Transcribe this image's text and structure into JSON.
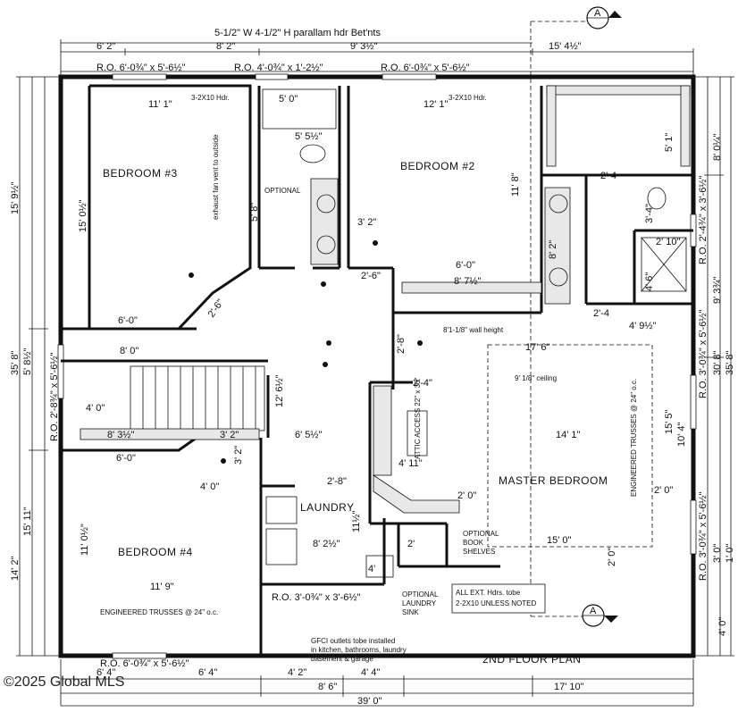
{
  "header": {
    "beam_note": "5-1/2\" W 4-1/2\" H parallam hdr Bet'nts",
    "section_marker_letter": "A"
  },
  "top_dims": {
    "d1": "6' 2\"",
    "d2": "8' 2\"",
    "d3": "9' 3½\"",
    "d4": "15' 4½\"",
    "ro1": "R.O. 6'-0¾\" x 5'-6½\"",
    "ro2": "R.O. 4'-0¾\" x 1'-2½\"",
    "ro3": "R.O. 6'-0¾\" x 5'-6½\""
  },
  "rooms": {
    "bedroom3": "BEDROOM #3",
    "bedroom2": "BEDROOM #2",
    "bedroom4": "BEDROOM #4",
    "master": "MASTER BEDROOM",
    "laundry": "LAUNDRY"
  },
  "labels": {
    "hdr1": "3-2X10 Hdr.",
    "hdr2": "3-2X10 Hdr.",
    "exhaust": "exhaust fan vent to outside",
    "optional": "OPTIONAL",
    "wall_height": "8'1-1/8\" wall height",
    "ceiling": "9' 1/8\" ceiling",
    "attic": "ATTIC ACCESS 22\" x 30\"",
    "trusses_right": "ENGINEERED TRUSSES @ 24\" o.c.",
    "trusses_b4": "ENGINEERED TRUSSES @ 24\" o.c.",
    "book1": "OPTIONAL",
    "book2": "BOOK",
    "book3": "SHELVES",
    "laundry_sink1": "OPTIONAL",
    "laundry_sink2": "LAUNDRY",
    "laundry_sink3": "SINK",
    "hdr_note1": "ALL EXT. Hdrs. tobe",
    "hdr_note2": "2-2X10 UNLESS NOTED",
    "gfci1": "GFCI outlets tobe installed",
    "gfci2": "in kitchen, bathrooms, laundry",
    "gfci3": "basement & garage",
    "plan_title": "2ND FLOOR PLAN",
    "watermark": "©2025 Global MLS"
  },
  "interior_dims": {
    "b3_w": "11' 1\"",
    "b3_h": "15' 0½\"",
    "b3_6": "6'-0\"",
    "b3_8": "8' 0\"",
    "b3_26": "2'-6\"",
    "bath_5": "5' 0\"",
    "bath_55": "5' 5½\"",
    "bath_58": "5' 8\"",
    "bath_32": "3' 2\"",
    "b2_w": "12' 1\"",
    "b2_h": "11' 8\"",
    "b2_6": "6'-0\"",
    "b2_87": "8' 7½\"",
    "b2_26": "2'-6\"",
    "mb_51": "5' 1\"",
    "mb_24": "2'-4",
    "mb_34": "3'-4\"",
    "mb_82": "8' 2\"",
    "mb_210": "2' 10\"",
    "mb_46": "4' 6\"",
    "mb_24b": "2'-4",
    "mb_49": "4' 9½\"",
    "hall_126": "12' 6½\"",
    "hall_28": "2'-8\"",
    "hall_24": "2'-4\"",
    "hall_176": "17' 6\"",
    "st_40": "4' 0\"",
    "st_83": "8' 3½\"",
    "st_32": "3' 2\"",
    "st_60": "6'-0\"",
    "hall_65": "6' 5½\"",
    "m_141": "14' 1\"",
    "m_155": "15' 5\"",
    "m_411": "4' 11\"",
    "m_28": "2'-8\"",
    "m_20": "2' 0\"",
    "m_20b": "2' 0\"",
    "m_150": "15' 0\"",
    "m_20c": "2' 0\"",
    "l_40": "4' 0\"",
    "l_115": "11½\"",
    "l_82": "8' 2½\"",
    "l_2": "2'",
    "l_4": "4'",
    "b4_110": "11' 0½\"",
    "b4_119": "11' 9\"",
    "b4_32": "3' 2\""
  },
  "left_dims": {
    "l1": "15' 9½\"",
    "l2": "35' 8\"",
    "l3": "5' 8½\"",
    "l4": "R.O. 2'-8¾\" x 5'-6½\"",
    "l5": "15' 11\"",
    "l6": "14' 2\""
  },
  "right_dims": {
    "r1": "8' 0¼\"",
    "r2": "R.O. 2'-4¾\" x 3'-6½\"",
    "r3": "9' 3¾\"",
    "r4": "R.O. 3'-0¾\" x 5'-6½\"",
    "r5": "30' 8\"",
    "r6": "35' 8\"",
    "r7": "10' 4\"",
    "r8": "R.O. 3'-0¾\" x 5'-6½\"",
    "r9": "3' 0\"",
    "r10": "1' 0\"",
    "r11": "4' 0\""
  },
  "bottom_dims": {
    "ro4": "R.O. 6'-0¾\" x 5'-6½\"",
    "ro5": "R.O. 3'-0¾\" x 3'-6½\"",
    "b1": "6' 4\"",
    "b2": "6' 4\"",
    "b3": "4' 2\"",
    "b4": "4' 4\"",
    "b5": "8' 6\"",
    "b6": "17' 10\"",
    "b7": "39' 0\""
  }
}
